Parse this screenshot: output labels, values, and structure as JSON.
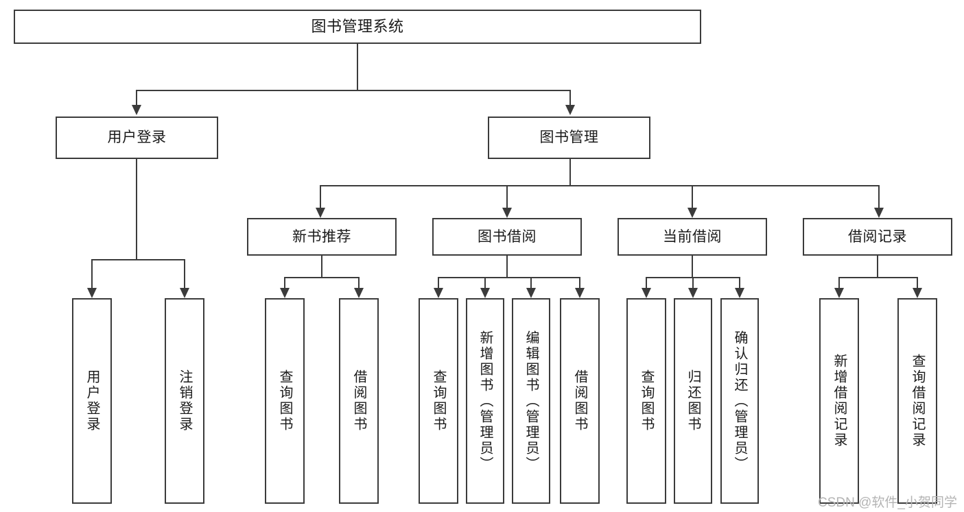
{
  "diagram": {
    "type": "tree-hierarchy-flowchart",
    "title": "图书管理系统",
    "orientation": "top-down",
    "box_stroke_color": "#3b3b3b",
    "box_fill_color": "#ffffff",
    "background_color": "#ffffff",
    "levels": [
      {
        "level": 1,
        "nodes": [
          {
            "id": "root",
            "label": "图书管理系统",
            "text_direction": "horizontal"
          }
        ]
      },
      {
        "level": 2,
        "nodes": [
          {
            "id": "login",
            "label": "用户登录",
            "text_direction": "horizontal",
            "parent": "root"
          },
          {
            "id": "bookmgmt",
            "label": "图书管理",
            "text_direction": "horizontal",
            "parent": "root"
          }
        ]
      },
      {
        "level": 3,
        "nodes": [
          {
            "id": "newbook",
            "label": "新书推荐",
            "text_direction": "horizontal",
            "parent": "bookmgmt"
          },
          {
            "id": "borrow",
            "label": "图书借阅",
            "text_direction": "horizontal",
            "parent": "bookmgmt"
          },
          {
            "id": "current",
            "label": "当前借阅",
            "text_direction": "horizontal",
            "parent": "bookmgmt"
          },
          {
            "id": "records",
            "label": "借阅记录",
            "text_direction": "horizontal",
            "parent": "bookmgmt"
          }
        ]
      },
      {
        "level": 4,
        "nodes": [
          {
            "id": "leaf-user-login",
            "label": "用户登录",
            "text_direction": "vertical",
            "parent": "login"
          },
          {
            "id": "leaf-user-logout",
            "label": "注销登录",
            "text_direction": "vertical",
            "parent": "login"
          },
          {
            "id": "leaf-nb-query",
            "label": "查询图书",
            "text_direction": "vertical",
            "parent": "newbook"
          },
          {
            "id": "leaf-nb-borrow",
            "label": "借阅图书",
            "text_direction": "vertical",
            "parent": "newbook"
          },
          {
            "id": "leaf-bo-query",
            "label": "查询图书",
            "text_direction": "vertical",
            "parent": "borrow"
          },
          {
            "id": "leaf-bo-add",
            "label": "新增图书（管理员）",
            "text_direction": "vertical",
            "parent": "borrow"
          },
          {
            "id": "leaf-bo-edit",
            "label": "编辑图书（管理员）",
            "text_direction": "vertical",
            "parent": "borrow"
          },
          {
            "id": "leaf-bo-borrow",
            "label": "借阅图书",
            "text_direction": "vertical",
            "parent": "borrow"
          },
          {
            "id": "leaf-cu-query",
            "label": "查询图书",
            "text_direction": "vertical",
            "parent": "current"
          },
          {
            "id": "leaf-cu-return",
            "label": "归还图书",
            "text_direction": "vertical",
            "parent": "current"
          },
          {
            "id": "leaf-cu-confirm",
            "label": "确认归还（管理员）",
            "text_direction": "vertical",
            "parent": "current"
          },
          {
            "id": "leaf-rc-add",
            "label": "新增借阅记录",
            "text_direction": "vertical",
            "parent": "records"
          },
          {
            "id": "leaf-rc-query",
            "label": "查询借阅记录",
            "text_direction": "vertical",
            "parent": "records"
          }
        ]
      }
    ]
  },
  "watermark": {
    "text": "CSDN @软件_小贺同学",
    "color": "#b4b4b4"
  }
}
